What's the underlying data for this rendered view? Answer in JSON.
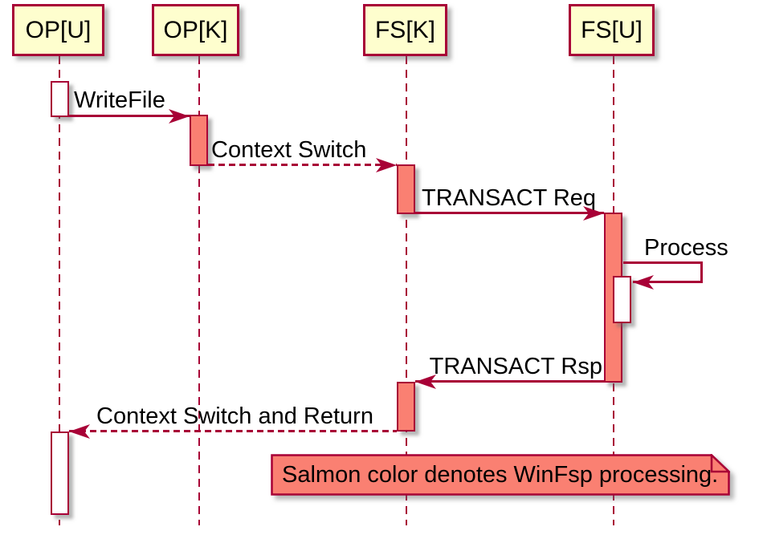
{
  "participants": [
    {
      "label": "OP[U]"
    },
    {
      "label": "OP[K]"
    },
    {
      "label": "FS[K]"
    },
    {
      "label": "FS[U]"
    }
  ],
  "messages": [
    {
      "label": "WriteFile",
      "from": "OP[U]",
      "to": "OP[K]",
      "style": "solid"
    },
    {
      "label": "Context Switch",
      "from": "OP[K]",
      "to": "FS[K]",
      "style": "dashed"
    },
    {
      "label": "TRANSACT Req",
      "from": "FS[K]",
      "to": "FS[U]",
      "style": "solid"
    },
    {
      "label": "Process",
      "from": "FS[U]",
      "to": "FS[U]",
      "style": "solid"
    },
    {
      "label": "TRANSACT Rsp",
      "from": "FS[U]",
      "to": "FS[K]",
      "style": "solid"
    },
    {
      "label": "Context Switch and Return",
      "from": "FS[K]",
      "to": "OP[U]",
      "style": "dashed"
    }
  ],
  "note": {
    "text": "Salmon color denotes WinFsp processing."
  },
  "colors": {
    "participant_fill": "#FEFECE",
    "line": "#A80036",
    "salmon": "#FA8072",
    "text": "#000000",
    "background": "#FFFFFF"
  }
}
